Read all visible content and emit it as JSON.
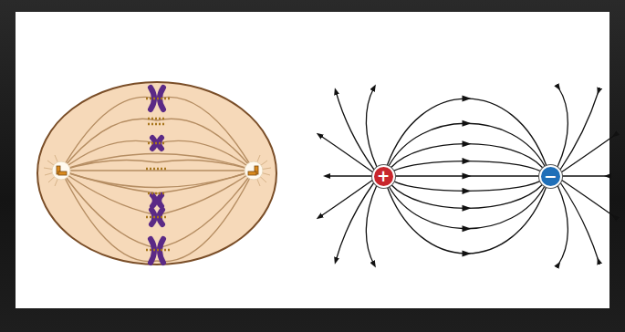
{
  "diagram": {
    "nodes": [
      {
        "text": [
          "+"
        ]
      },
      {
        "text": [
          "−"
        ]
      }
    ],
    "edges": [
      {
        "from": 0,
        "to": 1,
        "arrow": "to"
      },
      {
        "from": 0,
        "to": 1,
        "arrow": "to"
      },
      {
        "from": 0,
        "to": 1,
        "arrow": "to"
      },
      {
        "from": 0,
        "to": 1,
        "arrow": "to"
      },
      {
        "from": 0,
        "to": 1,
        "arrow": "to"
      },
      {
        "from": 0,
        "to": 1,
        "arrow": "to"
      },
      {
        "from": 0,
        "to": 1,
        "arrow": "to"
      },
      {
        "from": 0,
        "to": 1,
        "arrow": "to"
      },
      {
        "from": 0,
        "to": 1,
        "arrow": "to"
      }
    ]
  }
}
